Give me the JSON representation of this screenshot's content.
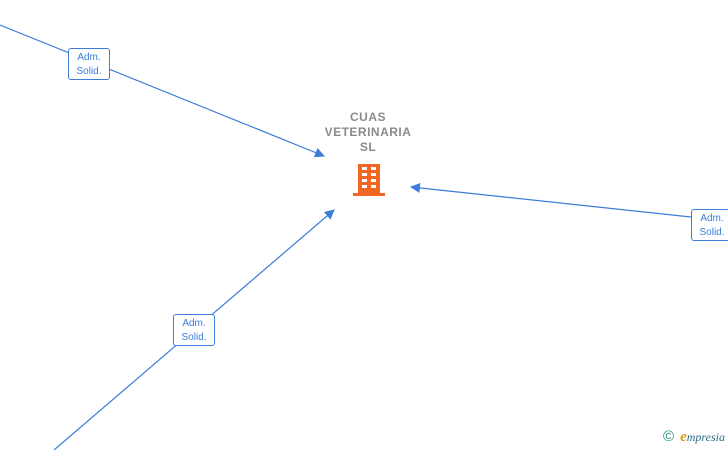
{
  "company": {
    "name_lines": [
      "CUAS",
      "VETERINARIA",
      "SL"
    ],
    "icon": "building-icon",
    "icon_color": "#f26522"
  },
  "relations": [
    {
      "role_lines": [
        "Adm.",
        "Solid."
      ]
    },
    {
      "role_lines": [
        "Adm.",
        "Solid."
      ]
    },
    {
      "role_lines": [
        "Adm.",
        "Solid."
      ]
    }
  ],
  "colors": {
    "link": "#3b7dd8",
    "company_text": "#8a8a8a"
  },
  "footer": {
    "copyright_symbol": "©",
    "brand_first_letter": "e",
    "brand_rest": "mpresia"
  }
}
